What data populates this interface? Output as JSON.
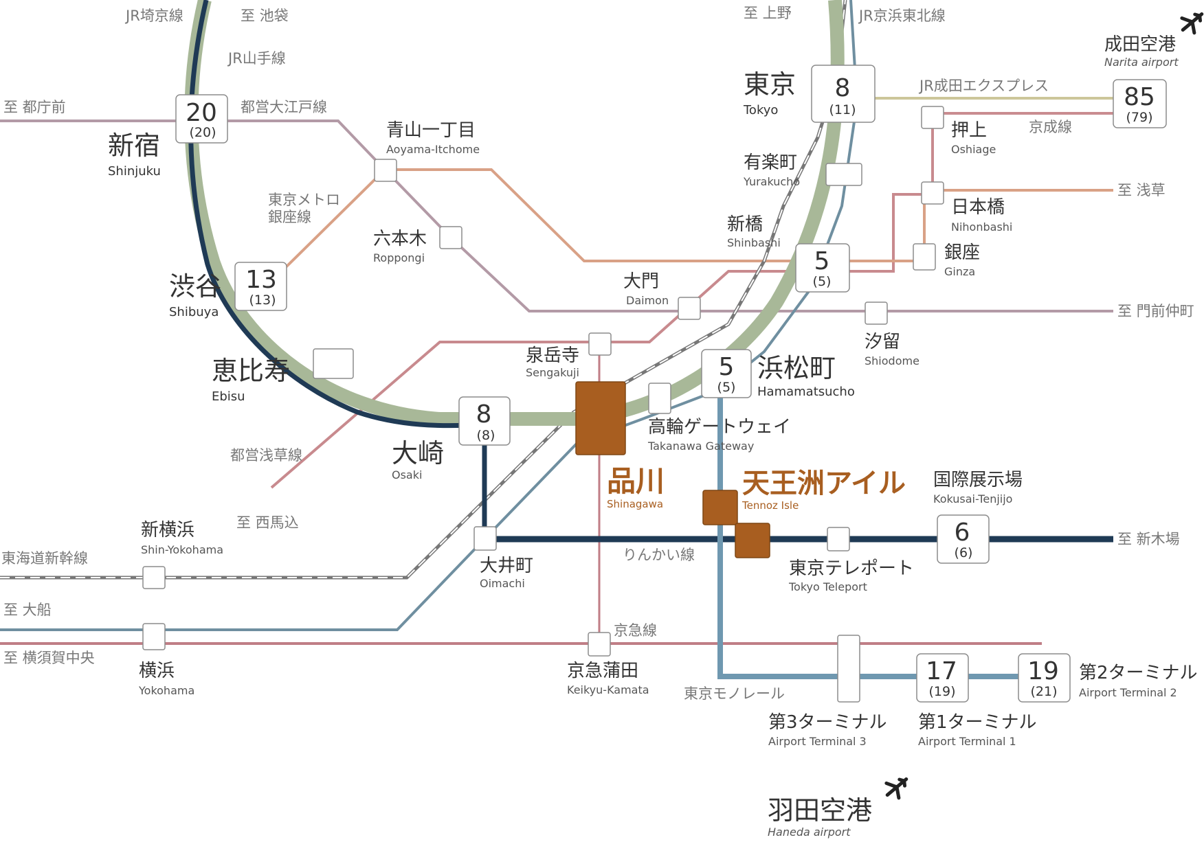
{
  "colors": {
    "yamanote": "#a8b898",
    "saikyo": "#1f3a55",
    "keihin": "#6f8fa0",
    "oedo": "#b39aa6",
    "ginza": "#d9a186",
    "asakusa": "#c88a8e",
    "keikyu": "#c07e86",
    "keisei": "#c98c90",
    "narita_exp": "#ccc69a",
    "rinkai": "#1f3a55",
    "monorail": "#6f98b0",
    "tokaido": "#888888",
    "highlight": "#a85e20",
    "airport": "#222222"
  },
  "lines": {
    "saikyo": "JR埼京線",
    "yamanote": "JR山手線",
    "keihin": "JR京浜東北線",
    "narita_exp": "JR成田エクスプレス",
    "keisei": "京成線",
    "oedo": "都営大江戸線",
    "ginza_a": "東京メトロ",
    "ginza_b": "銀座線",
    "asakusa": "都営浅草線",
    "rinkai": "りんかい線",
    "tokaido": "東海道新幹線",
    "keikyu": "京急線",
    "monorail": "東京モノレール"
  },
  "directions": {
    "ikebukuro": "至 池袋",
    "ueno": "至 上野",
    "tochomae": "至 都庁前",
    "asakusa": "至 浅草",
    "monzen": "至 門前仲町",
    "nishimagome": "至 西馬込",
    "ofuna": "至 大船",
    "yokosuka": "至 横須賀中央",
    "shinkiba": "至 新木場"
  },
  "stations": {
    "shinjuku": {
      "jp": "新宿",
      "en": "Shinjuku",
      "time": "20",
      "sub": "(20)"
    },
    "tokyo": {
      "jp": "東京",
      "en": "Tokyo",
      "time": "8",
      "sub": "(11)"
    },
    "narita": {
      "jp": "成田空港",
      "en": "Narita airport",
      "time": "85",
      "sub": "(79)"
    },
    "aoyama": {
      "jp": "青山一丁目",
      "en": "Aoyama-Itchome"
    },
    "oshiage": {
      "jp": "押上",
      "en": "Oshiage"
    },
    "yurakucho": {
      "jp": "有楽町",
      "en": "Yurakucho"
    },
    "nihonbashi": {
      "jp": "日本橋",
      "en": "Nihonbashi"
    },
    "roppongi": {
      "jp": "六本木",
      "en": "Roppongi"
    },
    "shinbashi": {
      "jp": "新橋",
      "en": "Shinbashi",
      "time": "5",
      "sub": "(5)"
    },
    "ginza": {
      "jp": "銀座",
      "en": "Ginza"
    },
    "shibuya": {
      "jp": "渋谷",
      "en": "Shibuya",
      "time": "13",
      "sub": "(13)"
    },
    "daimon": {
      "jp": "大門",
      "en": "Daimon"
    },
    "shiodome": {
      "jp": "汐留",
      "en": "Shiodome"
    },
    "ebisu": {
      "jp": "恵比寿",
      "en": "Ebisu"
    },
    "sengakuji": {
      "jp": "泉岳寺",
      "en": "Sengakuji"
    },
    "hamamatsucho": {
      "jp": "浜松町",
      "en": "Hamamatsucho",
      "time": "5",
      "sub": "(5)"
    },
    "osaki": {
      "jp": "大崎",
      "en": "Osaki",
      "time": "8",
      "sub": "(8)"
    },
    "takanawa": {
      "jp": "高輪ゲートウェイ",
      "en": "Takanawa Gateway"
    },
    "shinagawa": {
      "jp": "品川",
      "en": "Shinagawa"
    },
    "tennoz": {
      "jp": "天王洲アイル",
      "en": "Tennoz Isle"
    },
    "kokusai": {
      "jp": "国際展示場",
      "en": "Kokusai-Tenjijo",
      "time": "6",
      "sub": "(6)"
    },
    "shinyokohama": {
      "jp": "新横浜",
      "en": "Shin-Yokohama"
    },
    "oimachi": {
      "jp": "大井町",
      "en": "Oimachi"
    },
    "teleport": {
      "jp": "東京テレポート",
      "en": "Tokyo Teleport"
    },
    "yokohama": {
      "jp": "横浜",
      "en": "Yokohama"
    },
    "kamata": {
      "jp": "京急蒲田",
      "en": "Keikyu-Kamata"
    },
    "t3": {
      "jp": "第3ターミナル",
      "en": "Airport Terminal 3"
    },
    "t1": {
      "jp": "第1ターミナル",
      "en": "Airport Terminal 1",
      "time": "17",
      "sub": "(19)"
    },
    "t2": {
      "jp": "第2ターミナル",
      "en": "Airport Terminal 2",
      "time": "19",
      "sub": "(21)"
    },
    "haneda": {
      "jp": "羽田空港",
      "en": "Haneda airport"
    }
  },
  "icons": {
    "narita_plane": "airplane-icon",
    "haneda_plane": "airplane-icon"
  }
}
